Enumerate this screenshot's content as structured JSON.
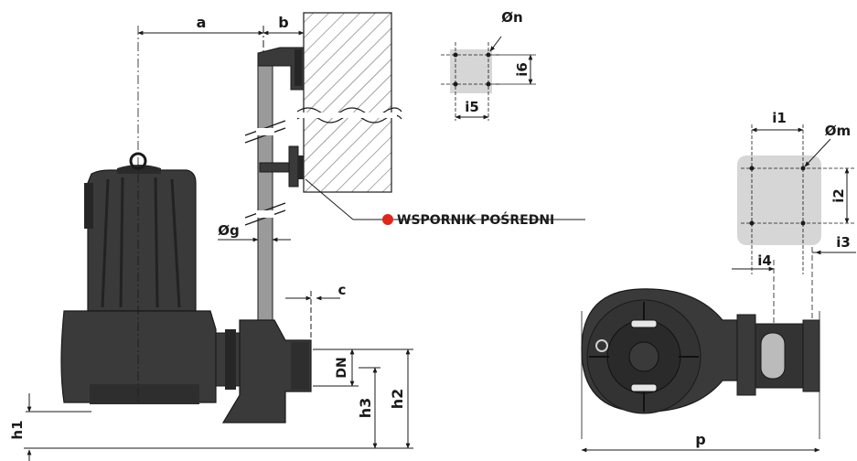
{
  "labels": {
    "a": "a",
    "b": "b",
    "c": "c",
    "n_dia": "Øn",
    "g_dia": "Øg",
    "m_dia": "Øm",
    "i1": "i1",
    "i2": "i2",
    "i3": "i3",
    "i4": "i4",
    "i5": "i5",
    "i6": "i6",
    "dn": "DN",
    "h1": "h1",
    "h2": "h2",
    "h3": "h3",
    "p": "p"
  },
  "callout": {
    "text": "WSPORNIK POŚREDNI",
    "marker_color": "#e0261b"
  },
  "colors": {
    "pump_body": "#3a3a3a",
    "pump_dark": "#262626",
    "pipe": "#9a9a9a",
    "plate": "#d6d6d6",
    "line": "#1a1a1a",
    "hatch": "#555555"
  }
}
